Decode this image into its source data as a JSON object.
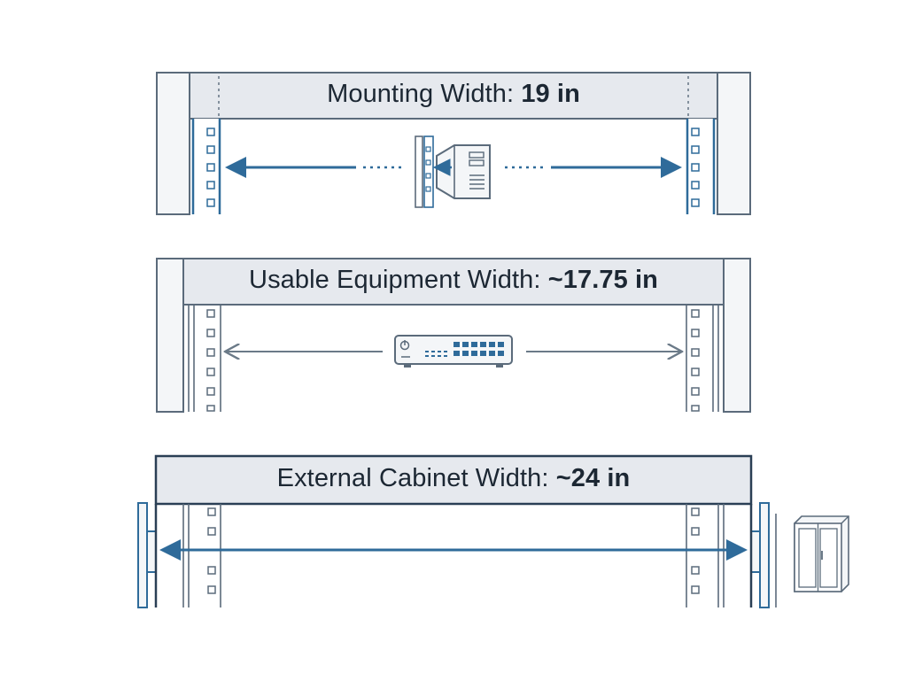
{
  "panels": [
    {
      "id": "mounting",
      "label": "Mounting Width:",
      "value": "19 in",
      "device": "server-tower-icon"
    },
    {
      "id": "usable",
      "label": "Usable Equipment Width:",
      "value": "~17.75 in",
      "device": "network-switch-icon"
    },
    {
      "id": "external",
      "label": "External Cabinet Width:",
      "value": "~24 in",
      "device": "rack-cabinet-icon"
    }
  ],
  "colors": {
    "frame": "#5b6b7b",
    "accent": "#2f6b9a",
    "band": "#e6e9ee",
    "panel_bg": "#f4f6f8",
    "text": "#1c2733"
  }
}
